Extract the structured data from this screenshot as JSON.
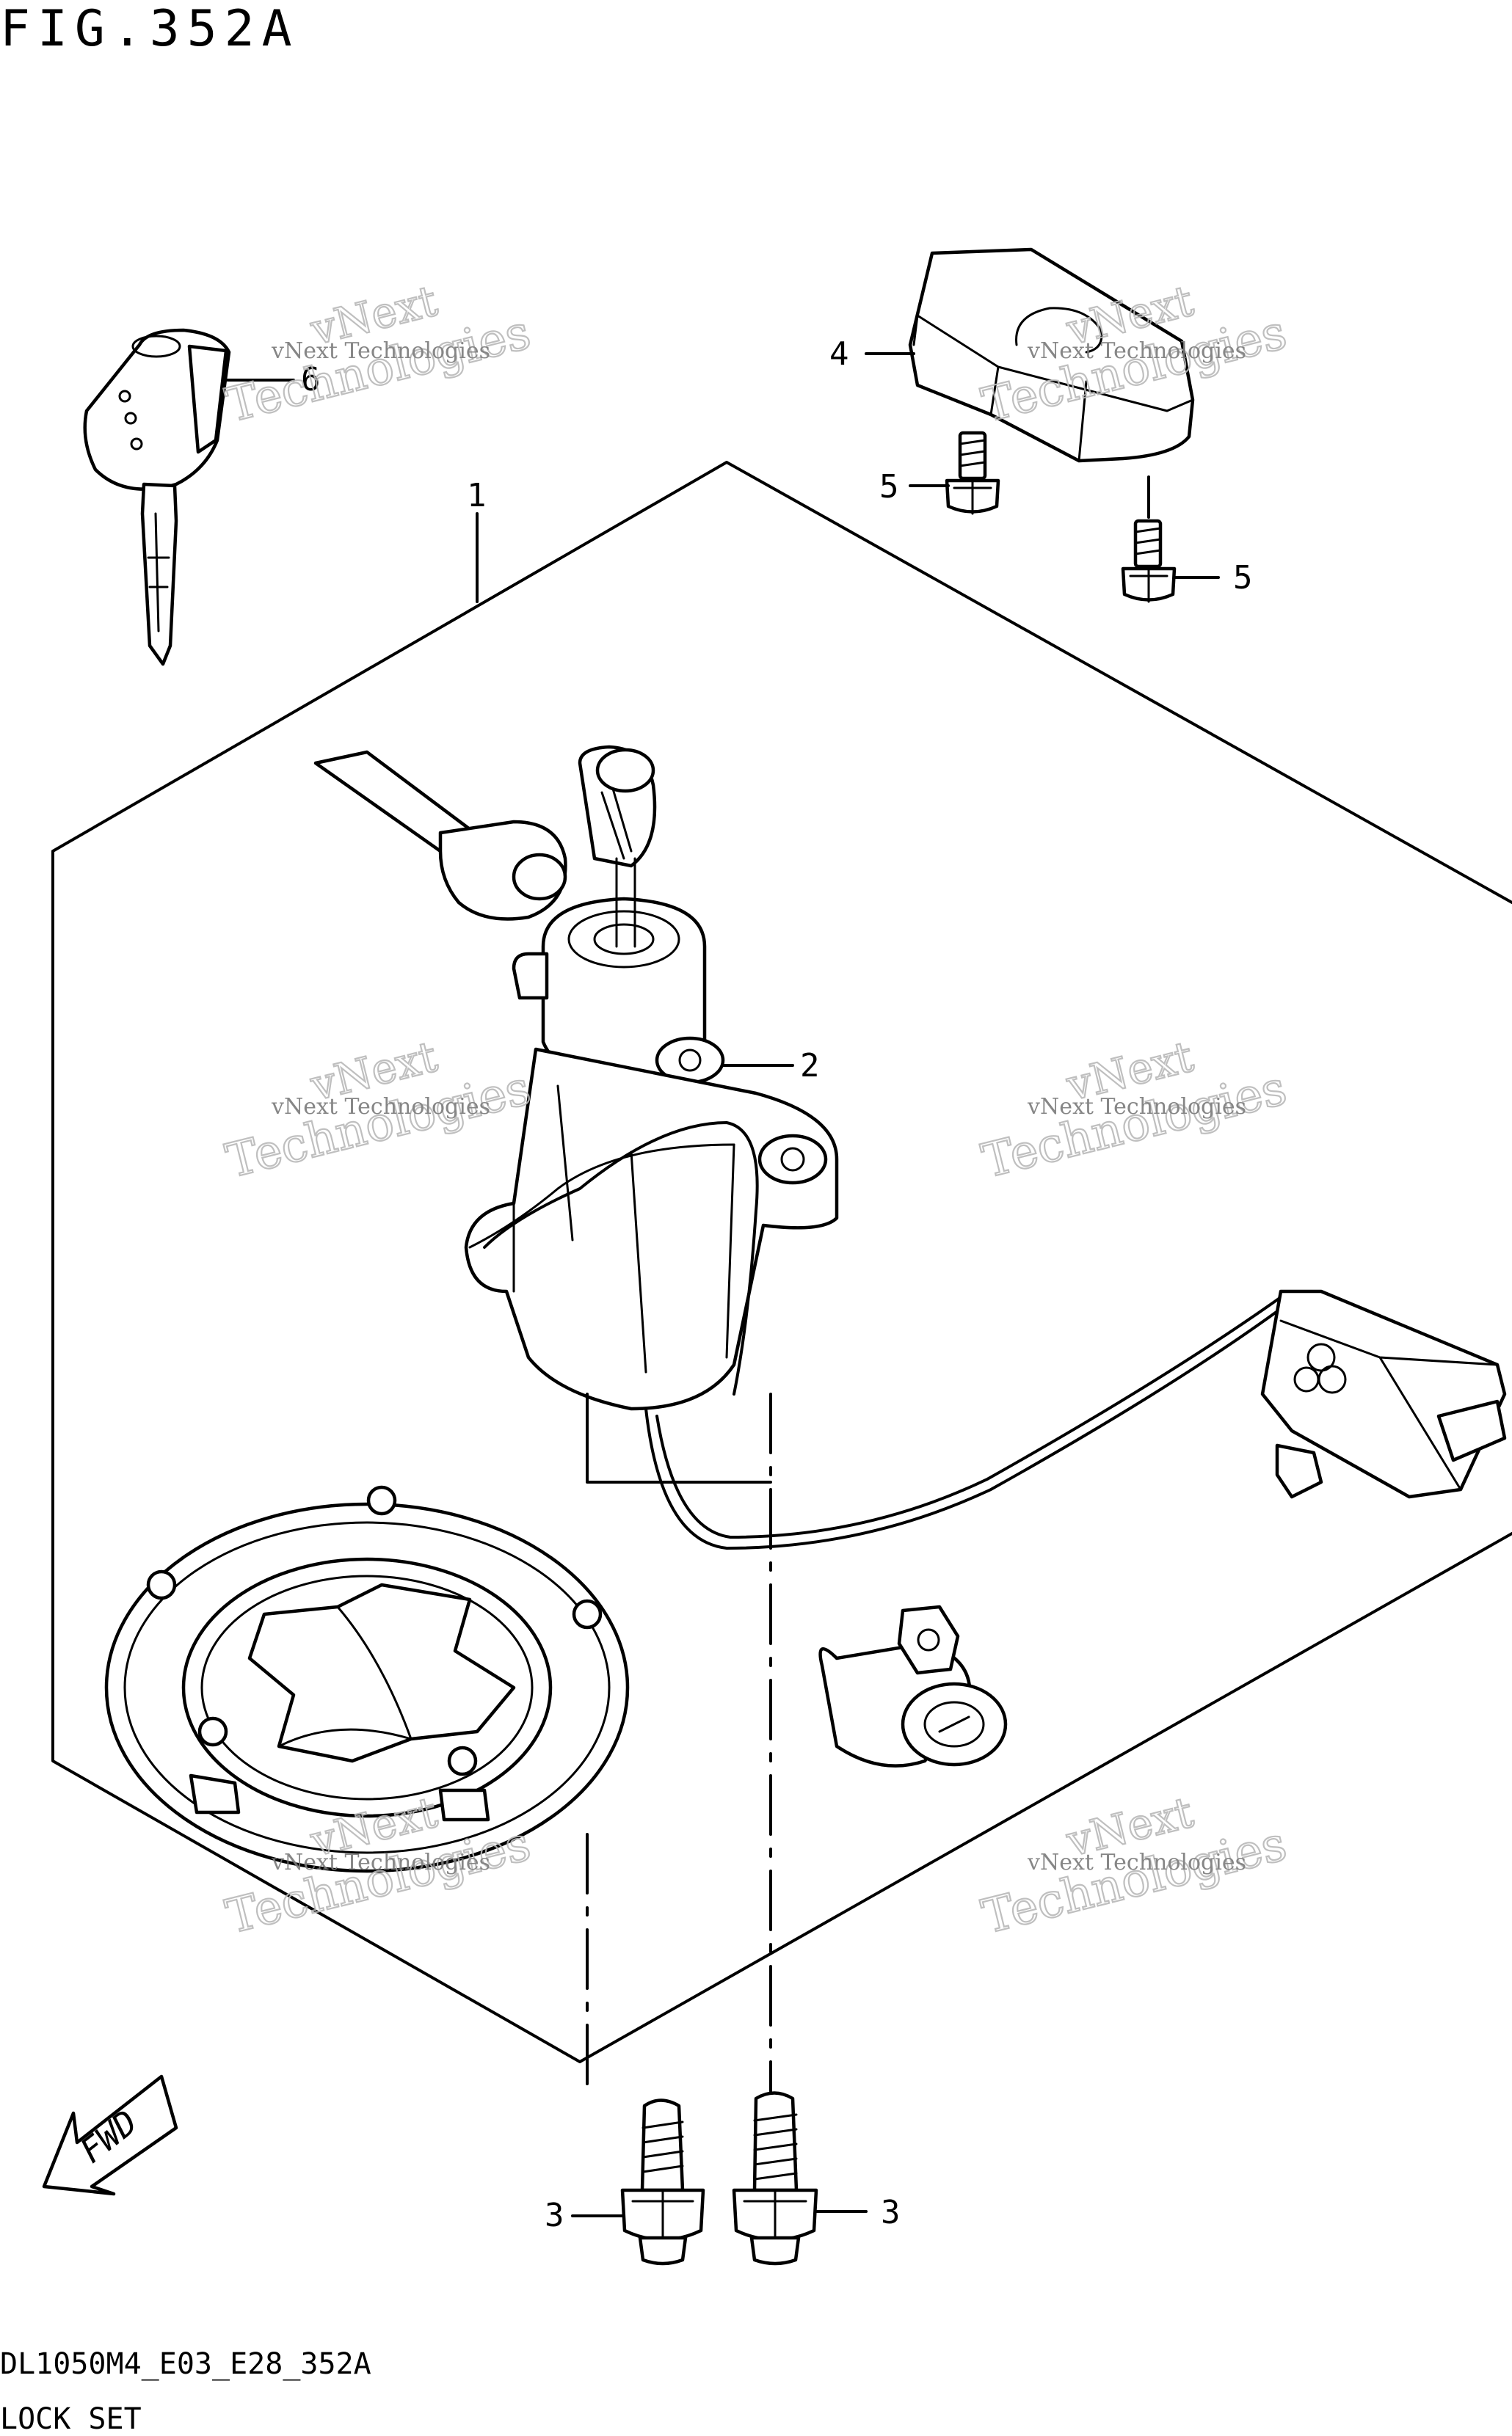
{
  "figure_title": "FIG.352A",
  "figure_code": "DL1050M4_E03_E28_352A",
  "figure_caption": "LOCK SET",
  "direction_label": "FWD",
  "watermark_text": "vNext Technologies",
  "watermark_big_1": "vNext",
  "watermark_big_2": "Technologies",
  "callouts": {
    "c1": "1",
    "c2": "2",
    "c3a": "3",
    "c3b": "3",
    "c4": "4",
    "c5a": "5",
    "c5b": "5",
    "c6": "6"
  }
}
